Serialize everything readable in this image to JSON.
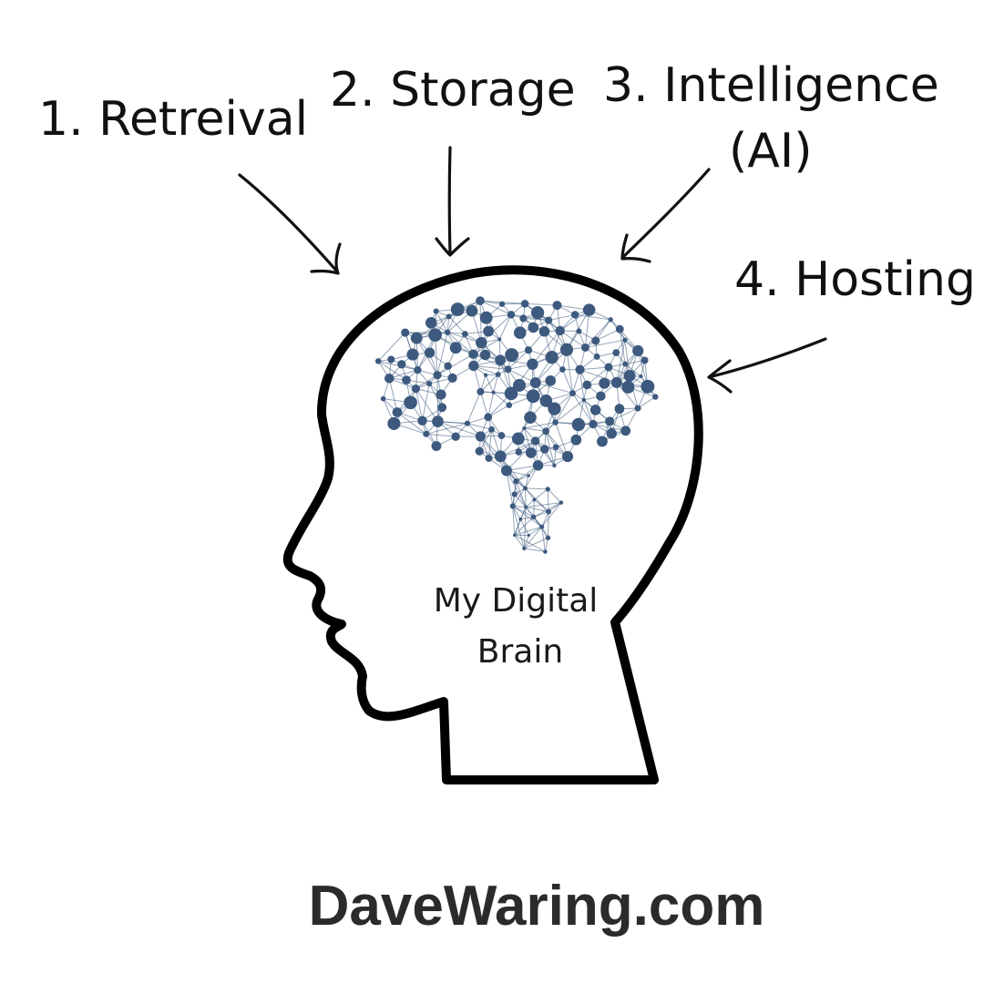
{
  "diagram": {
    "labels": {
      "retrieval": "1. Retreival",
      "storage": "2. Storage",
      "intelligence_line1": "3. Intelligence",
      "intelligence_line2": "(AI)",
      "hosting": "4. Hosting"
    },
    "brain_caption_line1": "My Digital",
    "brain_caption_line2": "Brain",
    "brand": "DaveWaring.com",
    "colors": {
      "ink": "#111111",
      "head_outline": "#000000",
      "brain_network": "#3d5a7e",
      "brand": "#2b2b2b"
    },
    "icons": {
      "head": "head-profile-outline",
      "brain": "neural-network-brain"
    }
  }
}
